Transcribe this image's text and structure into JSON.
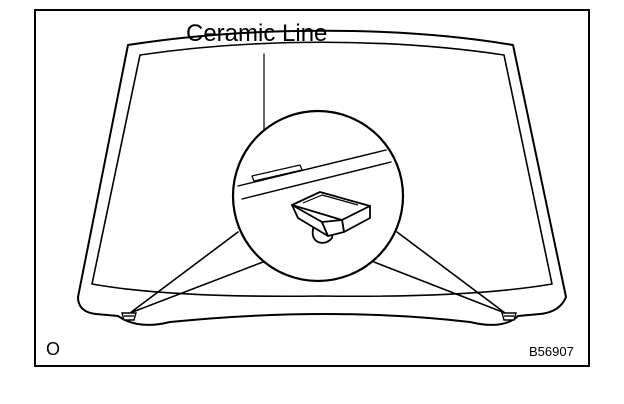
{
  "labels": {
    "ceramic_line": "Ceramic Line",
    "corner_mark": "O",
    "figure_id": "B56907"
  }
}
